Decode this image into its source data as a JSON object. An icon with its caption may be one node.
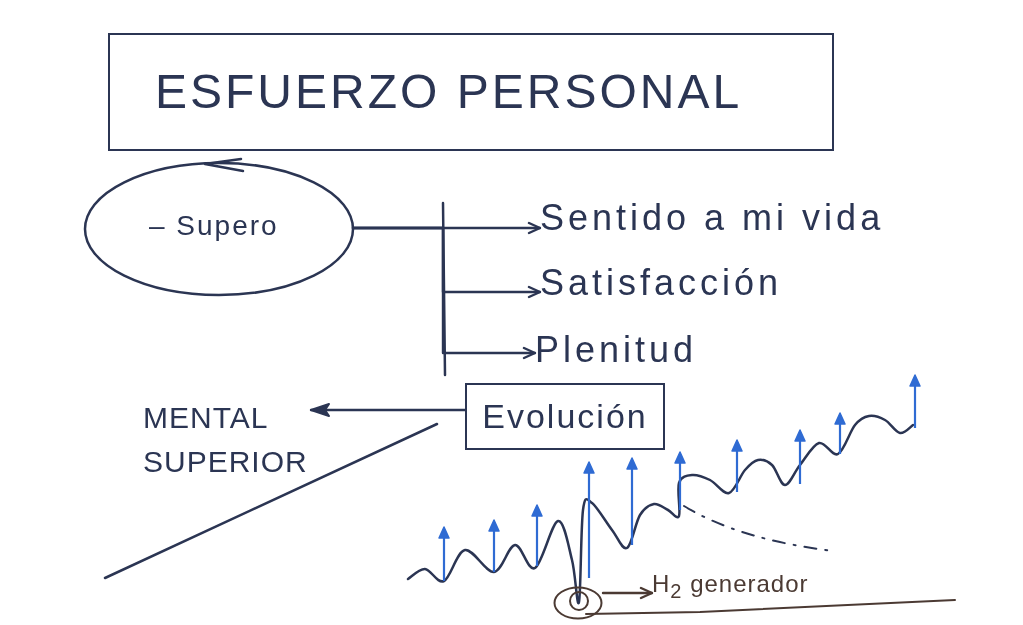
{
  "diagram": {
    "nodes": [
      {
        "text": [
          "ESFUERZO PERSONAL"
        ]
      },
      {
        "text": [
          "– Supero"
        ]
      },
      {
        "text": [
          "Sentido a mi vida"
        ]
      },
      {
        "text": [
          "Satisfacción"
        ]
      },
      {
        "text": [
          "Plenitud"
        ]
      },
      {
        "text": [
          "Evolución"
        ]
      },
      {
        "text": [
          "MENTAL SUPERIOR"
        ]
      },
      {
        "text": [],
        "shape": "circle"
      },
      {
        "text": [
          "H$_{2}$ generador"
        ]
      }
    ],
    "edges": [
      {
        "from": 1,
        "to": 2,
        "arrow": "to"
      },
      {
        "from": 1,
        "to": 3,
        "arrow": "to"
      },
      {
        "from": 1,
        "to": 4,
        "arrow": "to"
      },
      {
        "from": 5,
        "to": 6,
        "arrow": "to"
      },
      {
        "from": 7,
        "to": 8,
        "arrow": "to",
        "color": "#4b3a33"
      }
    ]
  }
}
